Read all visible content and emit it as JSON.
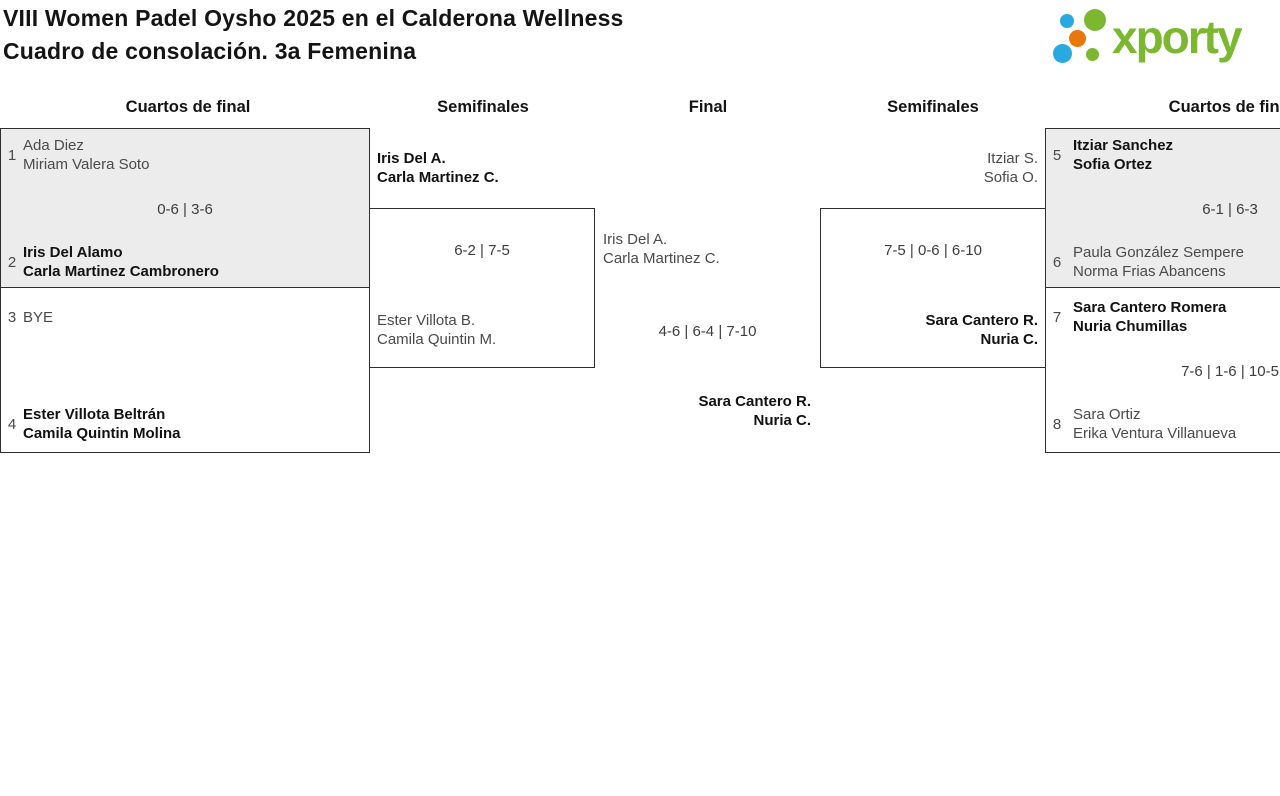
{
  "page": {
    "title_line1": "VIII Women Padel Oysho 2025 en el Calderona Wellness",
    "title_line2": "Cuadro de consolación. 3a Femenina"
  },
  "logo": {
    "text": "xporty"
  },
  "colors": {
    "brand_green": "#7cb82f",
    "brand_blue": "#29a9e1",
    "brand_orange": "#e8770e",
    "box_grey": "#ececec",
    "box_border": "#2e2e2e",
    "winner_text": "#121212",
    "loser_text": "#4a4a4a"
  },
  "rounds": {
    "r1": "Cuartos de final",
    "r2": "Semifinales",
    "r3": "Final",
    "r4": "Semifinales",
    "r5": "Cuartos de final"
  },
  "matches": {
    "qf1": {
      "seed1": "1",
      "t1l1": "Ada Diez",
      "t1l2": "Miriam Valera Soto",
      "score": "0-6 | 3-6",
      "seed2": "2",
      "t2l1": "Iris Del Alamo",
      "t2l2": "Carla Martinez Cambronero"
    },
    "qf2": {
      "seed1": "3",
      "t1l1": "BYE",
      "t1l2": "",
      "score": "",
      "seed2": "4",
      "t2l1": "Ester Villota Beltrán",
      "t2l2": "Camila Quintin Molina"
    },
    "sf1": {
      "t1l1": "Iris Del A.",
      "t1l2": "Carla Martinez C.",
      "score": "6-2 | 7-5",
      "t2l1": "Ester Villota B.",
      "t2l2": "Camila Quintin M."
    },
    "final": {
      "t1l1": "Iris Del A.",
      "t1l2": "Carla Martinez C.",
      "score": "4-6 | 6-4 | 7-10",
      "t2l1": "Sara Cantero R.",
      "t2l2": "Nuria C."
    },
    "sf2": {
      "t1l1": "Itziar S.",
      "t1l2": "Sofia O.",
      "score": "7-5 | 0-6 | 6-10",
      "t2l1": "Sara Cantero R.",
      "t2l2": "Nuria C."
    },
    "qf3": {
      "seed1": "5",
      "t1l1": "Itziar Sanchez",
      "t1l2": "Sofia Ortez",
      "score": "6-1 | 6-3",
      "seed2": "6",
      "t2l1": "Paula González Sempere",
      "t2l2": "Norma Frias Abancens"
    },
    "qf4": {
      "seed1": "7",
      "t1l1": "Sara Cantero Romera",
      "t1l2": "Nuria Chumillas",
      "score": "7-6 | 1-6 | 10-5",
      "seed2": "8",
      "t2l1": "Sara Ortiz",
      "t2l2": "Erika Ventura Villanueva"
    }
  }
}
